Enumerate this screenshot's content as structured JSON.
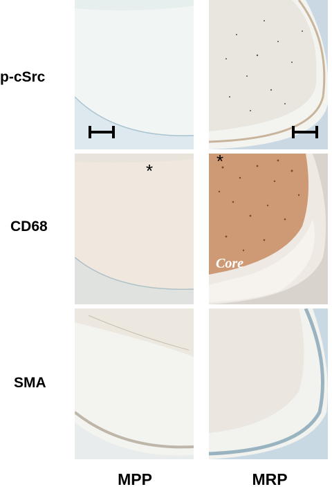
{
  "rows": [
    {
      "label": "p-cSrc"
    },
    {
      "label": "CD68"
    },
    {
      "label": "SMA"
    }
  ],
  "columns": [
    {
      "label": "MPP"
    },
    {
      "label": "MRP"
    }
  ],
  "annotations": {
    "asterisk": "*",
    "core_label": "Core"
  },
  "colors": {
    "background": "#ffffff",
    "tissue_pale": "#eef3f2",
    "tissue_blue_edge": "#b9cedb",
    "stain_brown": "#b47a52",
    "stain_dark_brown": "#7a4a2c"
  }
}
